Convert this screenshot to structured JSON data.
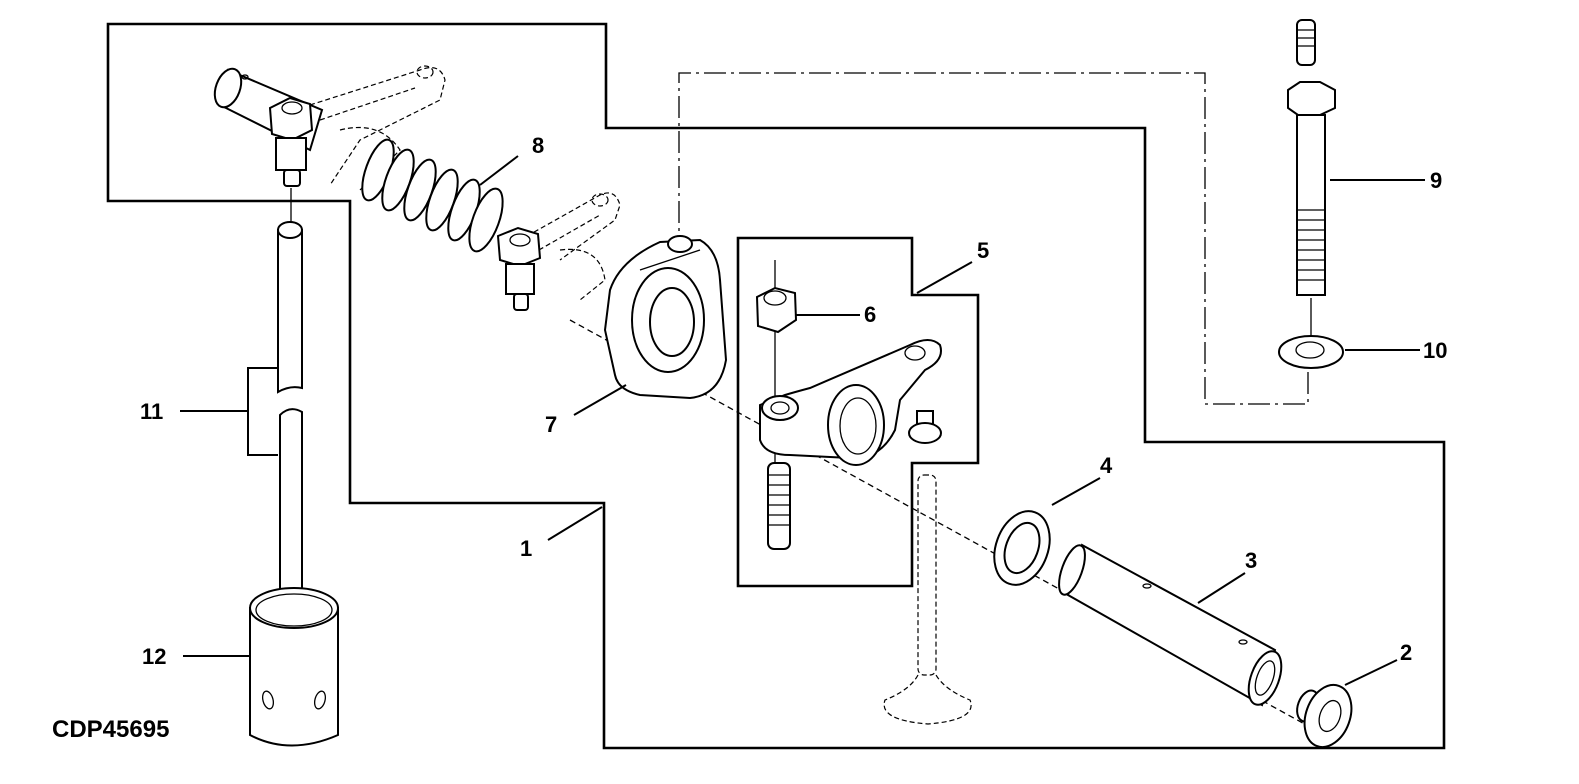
{
  "figure": {
    "id": "CDP45695",
    "type": "exploded parts diagram",
    "subject": "rocker arm assembly"
  },
  "callouts": [
    {
      "number": "1"
    },
    {
      "number": "2"
    },
    {
      "number": "3"
    },
    {
      "number": "4"
    },
    {
      "number": "5"
    },
    {
      "number": "6"
    },
    {
      "number": "7"
    },
    {
      "number": "8"
    },
    {
      "number": "9"
    },
    {
      "number": "10"
    },
    {
      "number": "11"
    },
    {
      "number": "12"
    }
  ],
  "colors": {
    "line": "#000000",
    "background": "#ffffff"
  }
}
